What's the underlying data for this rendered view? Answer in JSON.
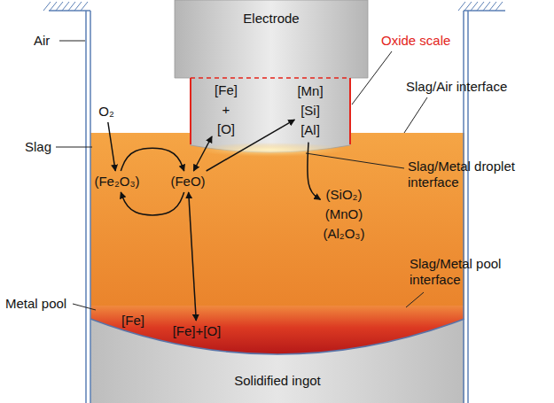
{
  "diagram": {
    "nodes": [
      {
        "text": [
          "Electrode"
        ]
      },
      {
        "text": [
          "O₂"
        ]
      },
      {
        "text": [
          "(Fe₂O₃)"
        ]
      },
      {
        "text": [
          "(FeO)"
        ]
      },
      {
        "text": [
          "[Fe] + [O]"
        ]
      },
      {
        "text": [
          "[Mn] [Si] [Al]"
        ]
      },
      {
        "text": [
          "(SiO₂) (MnO) (Al₂O₃)"
        ]
      },
      {
        "text": [
          "[Fe]"
        ]
      },
      {
        "text": [
          "[Fe]+[O]"
        ]
      }
    ],
    "edges": [
      {
        "from": 1,
        "to": 2,
        "arrow": "to"
      },
      {
        "from": 2,
        "to": 3,
        "arrow": "to"
      },
      {
        "from": 3,
        "to": 2,
        "arrow": "to"
      },
      {
        "from": 3,
        "to": 4,
        "arrow": "both"
      },
      {
        "from": 3,
        "to": 5,
        "arrow": "to"
      },
      {
        "from": 5,
        "to": 6,
        "arrow": "to"
      },
      {
        "from": 3,
        "to": 8,
        "arrow": "both"
      }
    ],
    "labels": [
      "Air",
      "Slag",
      "Metal pool",
      "Oxide scale",
      "Slag/Air interface",
      "Slag/Metal droplet interface",
      "Slag/Metal pool interface",
      "Solidified ingot"
    ]
  }
}
